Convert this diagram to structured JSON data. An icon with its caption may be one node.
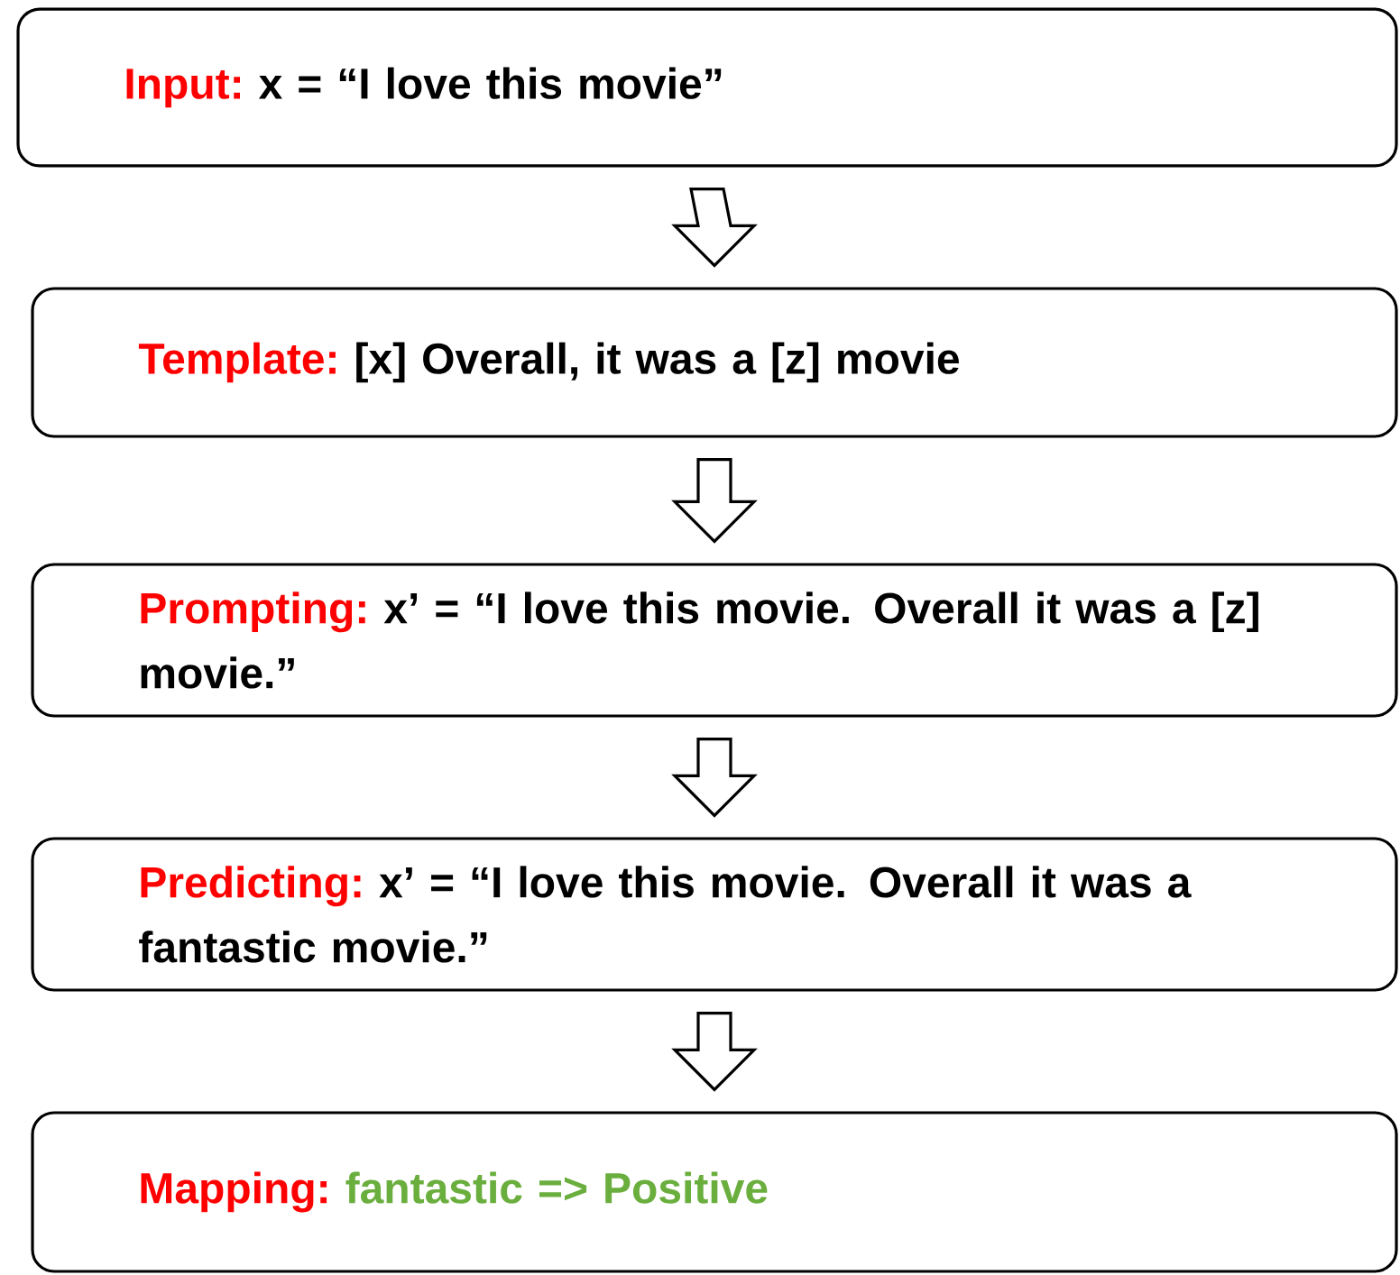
{
  "diagram": {
    "nodes": [
      {
        "text": [
          "Input:",
          "x = “I love this movie”"
        ]
      },
      {
        "text": [
          "Template:",
          "[x] Overall, it was a [z] movie"
        ]
      },
      {
        "text": [
          "Prompting:",
          "x’ = “I love this movie. Overall it was a [z] movie.”"
        ]
      },
      {
        "text": [
          "Predicting:",
          "x’ = “I love this movie. Overall it was a fantastic movie.”"
        ]
      },
      {
        "text": [
          "Mapping:",
          "fantastic => Positive"
        ]
      }
    ],
    "edges": [
      {
        "from": 0,
        "to": 1,
        "arrow": "to"
      },
      {
        "from": 1,
        "to": 2,
        "arrow": "to"
      },
      {
        "from": 2,
        "to": 3,
        "arrow": "to"
      },
      {
        "from": 3,
        "to": 4,
        "arrow": "to"
      }
    ]
  }
}
